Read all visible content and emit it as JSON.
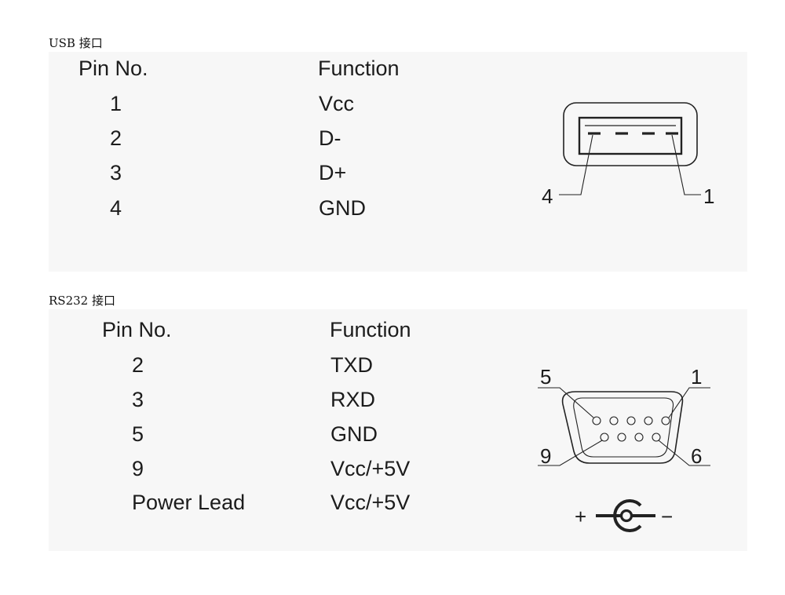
{
  "usb": {
    "caption": "USB 接口",
    "header_pin": "Pin No.",
    "header_function": "Function",
    "rows": [
      {
        "pin": "1",
        "function": "Vcc"
      },
      {
        "pin": "2",
        "function": "D-"
      },
      {
        "pin": "3",
        "function": "D+"
      },
      {
        "pin": "4",
        "function": "GND"
      }
    ],
    "diagram": {
      "label_left": "4",
      "label_right": "1"
    }
  },
  "rs232": {
    "caption": "RS232 接口",
    "header_pin": "Pin No.",
    "header_function": "Function",
    "rows": [
      {
        "pin": "2",
        "function": "TXD"
      },
      {
        "pin": "3",
        "function": "RXD"
      },
      {
        "pin": "5",
        "function": "GND"
      },
      {
        "pin": "9",
        "function": "Vcc/+5V"
      },
      {
        "pin": "Power Lead",
        "function": "Vcc/+5V"
      }
    ],
    "diagram": {
      "label_top_left": "5",
      "label_top_right": "1",
      "label_bottom_left": "9",
      "label_bottom_right": "6"
    },
    "power_symbol": {
      "plus": "+",
      "minus": "−"
    }
  }
}
